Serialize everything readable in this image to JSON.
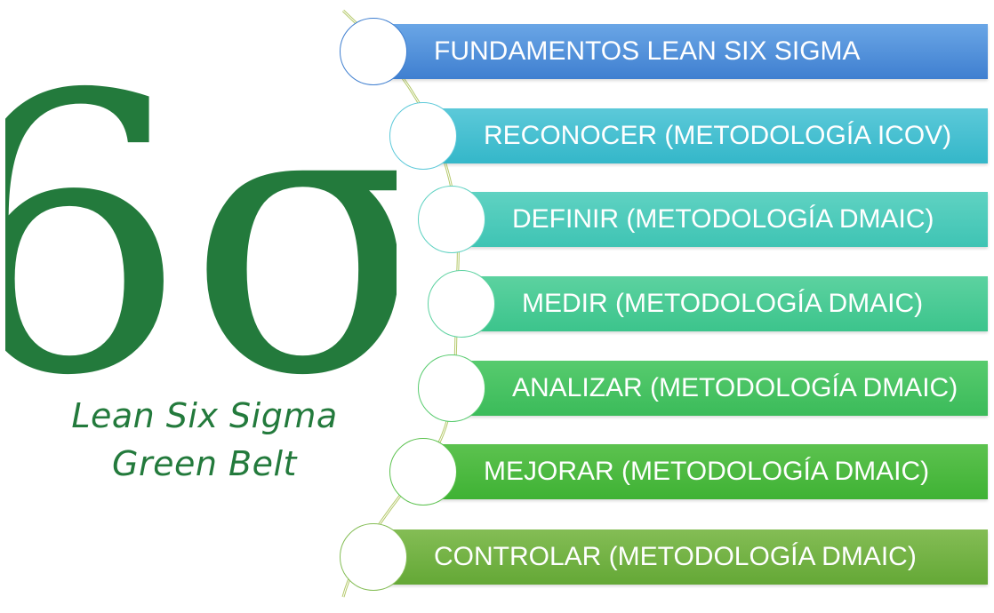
{
  "logo": {
    "symbol": "6σ",
    "line1": "Lean Six Sigma",
    "line2": "Green Belt",
    "color": "#237a3c"
  },
  "steps": [
    {
      "label": "FUNDAMENTOS LEAN SIX SIGMA",
      "color_start": "#3f7fd0",
      "color_end": "#6aa6e6",
      "border": "#3f7fd0"
    },
    {
      "label": "RECONOCER (METODOLOGÍA ICOV)",
      "color_start": "#34b7c9",
      "color_end": "#5cc9d9",
      "border": "#5cc9d9"
    },
    {
      "label": "DEFINIR (METODOLOGÍA DMAIC)",
      "color_start": "#3fc4b4",
      "color_end": "#5fd2c2",
      "border": "#5fd2c2"
    },
    {
      "label": "MEDIR (METODOLOGÍA DMAIC)",
      "color_start": "#3cc48c",
      "color_end": "#5cd2a0",
      "border": "#5cd2a0"
    },
    {
      "label": "ANALIZAR (METODOLOGÍA DMAIC)",
      "color_start": "#3bbb5a",
      "color_end": "#57cb6e",
      "border": "#57cb6e"
    },
    {
      "label": "MEJORAR (METODOLOGÍA DMAIC)",
      "color_start": "#3fb234",
      "color_end": "#5cc24f",
      "border": "#5cc24f"
    },
    {
      "label": "CONTROLAR (METODOLOGÍA DMAIC)",
      "color_start": "#64a836",
      "color_end": "#84bd55",
      "border": "#84bd55"
    }
  ]
}
